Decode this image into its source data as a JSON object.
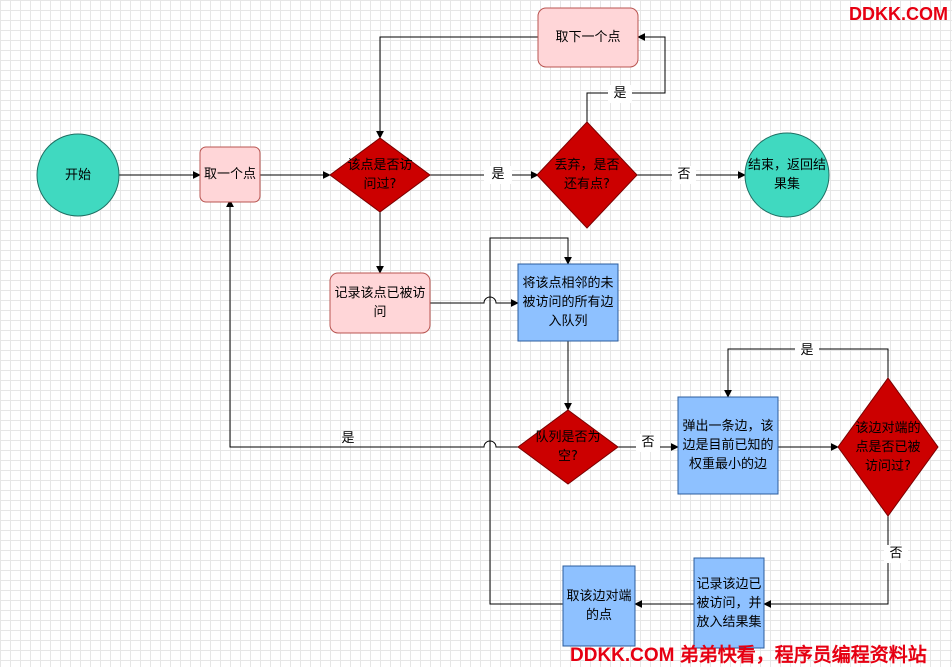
{
  "watermark": {
    "top": "DDKK.COM",
    "bottom": "DDKK.COM 弟弟快看，程序员编程资料站"
  },
  "nodes": {
    "start": "开始",
    "take_point": "取一个点",
    "visited_check": "该点是否访问过?",
    "discard_check": "丢弃，是否还有点?",
    "take_next": "取下一个点",
    "end": "结束，返回结果集",
    "record_point": "记录该点已被访问",
    "enqueue_edges": "将该点相邻的未被访问的所有边入队列",
    "queue_empty": "队列是否为空?",
    "pop_edge": "弹出一条边，该边是目前已知的权重最小的边",
    "endpoint_check": "该边对端的点是否已被访问过?",
    "record_edge": "记录该边已被访问，并放入结果集",
    "take_endpoint": "取该边对端的点"
  },
  "edge_labels": {
    "visited_yes": "是",
    "has_more_yes": "是",
    "has_more_no": "否",
    "queue_empty_yes": "是",
    "queue_empty_no": "否",
    "endpoint_yes": "是",
    "endpoint_no": "否"
  },
  "colors": {
    "start_end_fill": "#40d9c0",
    "pink_fill": "#ffd6d8",
    "pink_stroke": "#b85450",
    "diamond_fill": "#cc0000",
    "blue_fill": "#8ec1ff",
    "blue_stroke": "#2b5c9e"
  }
}
